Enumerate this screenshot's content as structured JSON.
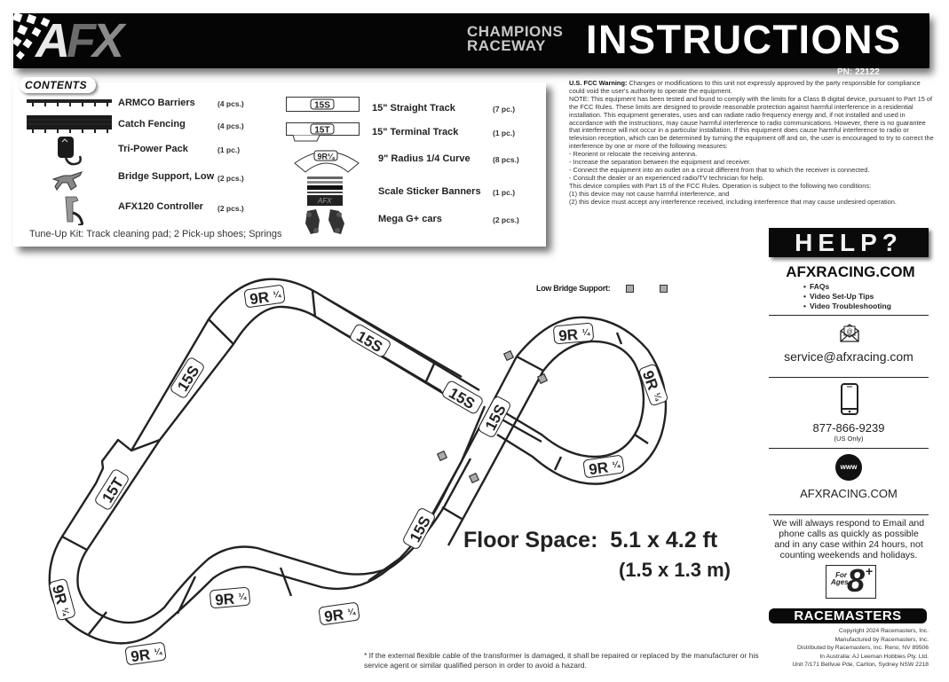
{
  "header": {
    "logo": {
      "a": "A",
      "f": "F",
      "x": "X"
    },
    "subtitle_line1": "CHAMPIONS",
    "subtitle_line2": "RACEWAY",
    "title": "INSTRUCTIONS",
    "part_number": "PN: 22122"
  },
  "contents": {
    "tag": "CONTENTS",
    "left_items": [
      {
        "icon": "armco-barrier-icon",
        "label": "ARMCO Barriers",
        "qty": "(4 pcs.)"
      },
      {
        "icon": "catch-fencing-icon",
        "label": "Catch Fencing",
        "qty": "(4 pcs.)"
      },
      {
        "icon": "power-pack-icon",
        "label": "Tri-Power Pack",
        "qty": "(1 pc.)"
      },
      {
        "icon": "bridge-support-icon",
        "label": "Bridge Support, Low",
        "qty": "(2 pcs.)"
      },
      {
        "icon": "controller-icon",
        "label": "AFX120 Controller",
        "qty": "(2 pcs.)"
      }
    ],
    "right_items": [
      {
        "icon": "straight-track-icon",
        "icon_label": "15S",
        "label": "15\" Straight Track",
        "qty": "(7 pc.)"
      },
      {
        "icon": "terminal-track-icon",
        "icon_label": "15T",
        "label": "15\" Terminal Track",
        "qty": "(1 pc.)"
      },
      {
        "icon": "curve-track-icon",
        "icon_label": "9R¼",
        "label": "9\" Radius 1/4 Curve",
        "qty": "(8 pcs.)"
      },
      {
        "icon": "sticker-banner-icon",
        "label": "Scale Sticker Banners",
        "qty": "(1 pc.)"
      },
      {
        "icon": "cars-icon",
        "label": "Mega G+ cars",
        "qty": "(2 pcs.)"
      }
    ],
    "tuneup": "Tune-Up Kit: Track cleaning pad; 2 Pick-up shoes; Springs"
  },
  "fcc": {
    "heading": "U.S. FCC Warning:",
    "lines": [
      "Changes or modifications to this unit not expressly approved by the party responsible for compliance could void the user's authority to operate the equipment.",
      "NOTE: This equipment has been tested and found to comply with the limits for a Class B digital device, pursuant to Part 15 of the FCC Rules. These limits are designed to provide reasonable protection against harmful interference in a residential installation. This equipment generates, uses and can radiate radio frequency energy and, if not installed and used in accordance with the instructions, may cause harmful interference to radio communications. However, there is no guarantee that interference will not occur in a particular installation. If this equipment does cause harmful interference to radio or television reception, which can be determined by turning the equipment off and on, the user is encouraged to try to correct the interference by one or more of the following measures:",
      "- Reorient or relocate the receiving antenna.",
      "- Increase the separation between the equipment and receiver.",
      "- Connect the equipment into an outlet on a circuit different from that to which the receiver is connected.",
      "- Consult the dealer or an experienced radio/TV technician for help.",
      "This device complies with Part 15 of the FCC Rules. Operation is subject to the following two conditions:",
      "(1) this device may not cause harmful interference, and",
      "(2) this device must accept any interference received, including interference that may cause undesired operation."
    ]
  },
  "help": {
    "banner": "HELP?",
    "site": "AFXRACING.COM",
    "bullets": [
      "FAQs",
      "Video Set-Up Tips",
      "Video Troubleshooting"
    ],
    "email": "service@afxracing.com",
    "phone": "877-866-9239",
    "phone_note": "(US Only)",
    "www_icon_text": "www",
    "web": "AFXRACING.COM",
    "response_note": "We will always respond to Email and phone calls as quickly as possible and in any case within 24 hours, not counting weekends and holidays.",
    "age_for": "For",
    "age_ages": "Ages",
    "age_num": "8",
    "age_plus": "+",
    "brand": "RACEMASTERS",
    "copyright_lines": [
      "Copyright 2024 Racemasters, Inc.",
      "Manufactured by Racemasters, Inc.",
      "Distributed by Racemasters, Inc. Reno, NV 89506",
      "In Australia: AJ Leeman Hobbies Pty. Ltd.",
      "Unit 7/171 Bellvue Pde, Carlton, Sydney NSW 2218"
    ]
  },
  "layout": {
    "bridge_legend": "Low Bridge Support:",
    "floor_space": "Floor Space:  5.1 x 4.2 ft",
    "floor_space_metric": "(1.5 x 1.3 m)",
    "footnote": "* If the external flexible cable of the transformer is damaged, it shall be repaired or replaced by the manufacturer or his service agent or similar qualified person in order to avoid a hazard.",
    "track_labels": {
      "straight": "15S",
      "terminal": "15T",
      "curve_main": "9R",
      "curve_frac": "¼"
    }
  },
  "colors": {
    "banner": "#050505",
    "bridge_support": "#aaaaaa",
    "text": "#222222"
  }
}
